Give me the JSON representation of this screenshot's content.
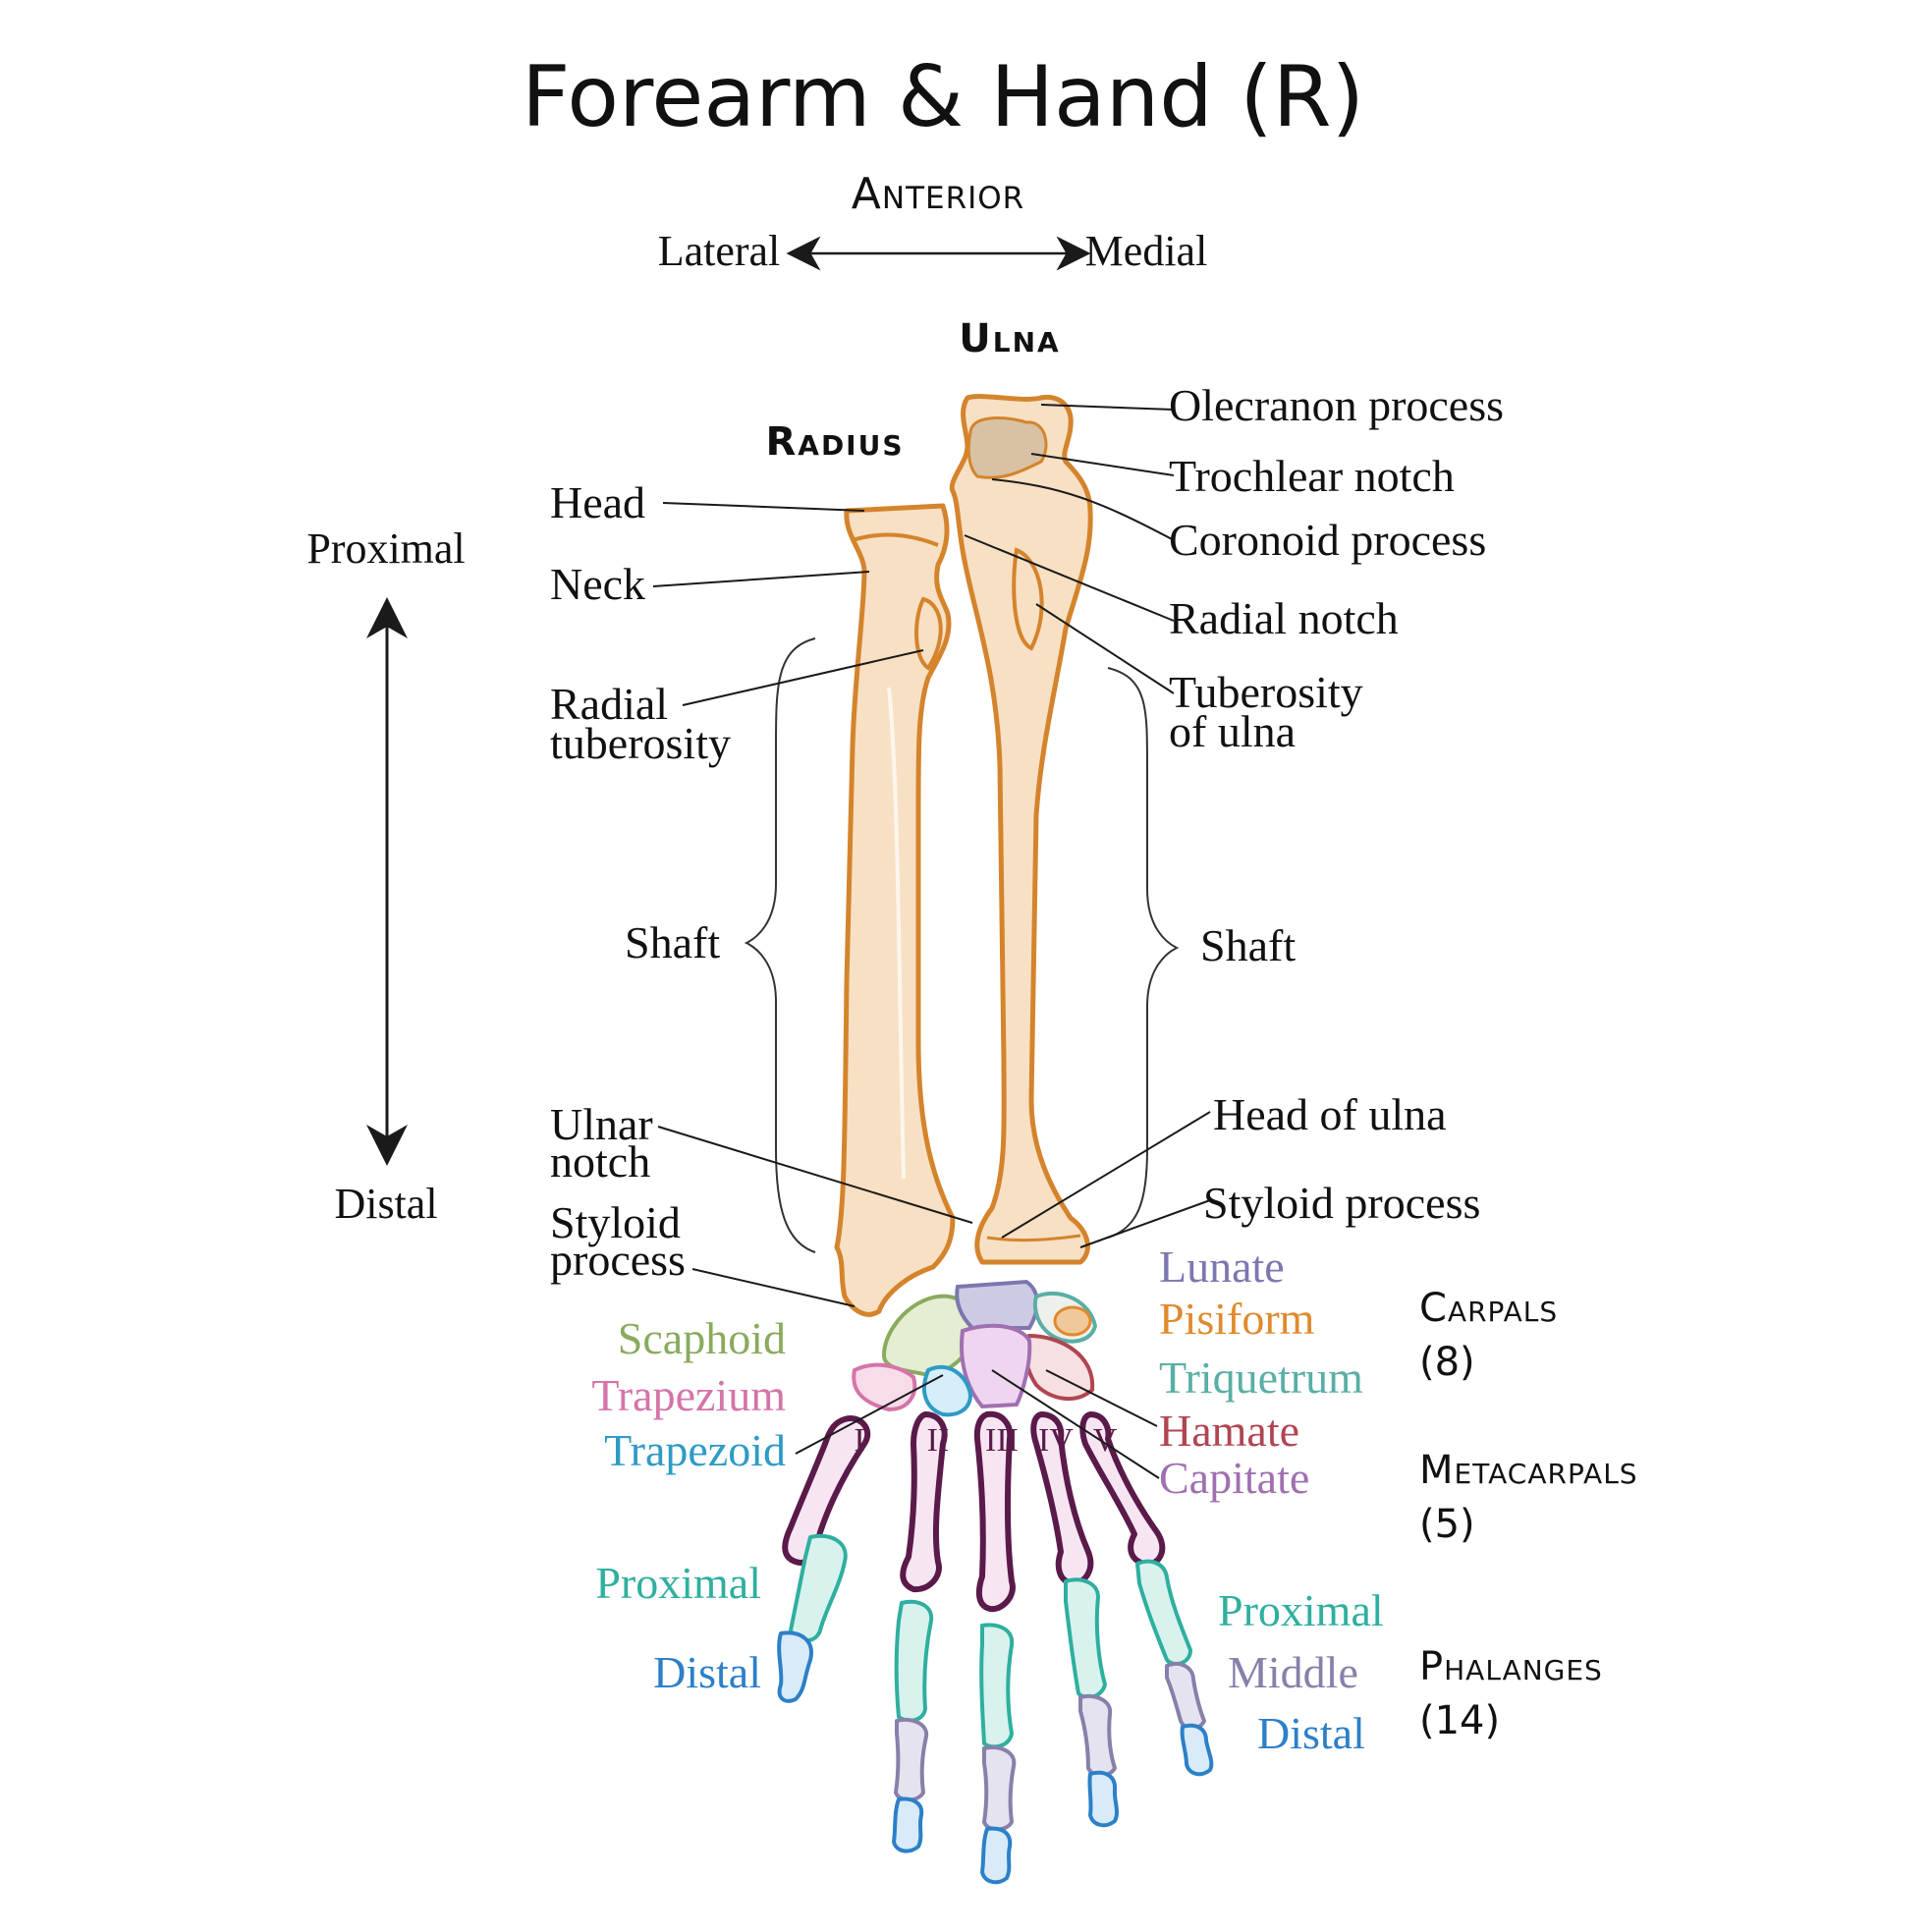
{
  "title": "Forearm & Hand (R)",
  "orientation": {
    "view": "Anterior",
    "lateral": "Lateral",
    "medial": "Medial",
    "proximal": "Proximal",
    "distal": "Distal"
  },
  "bones": {
    "ulna": "Ulna",
    "radius": "Radius"
  },
  "radius_labels": {
    "head": "Head",
    "neck": "Neck",
    "tuberosity_1": "Radial",
    "tuberosity_2": "tuberosity",
    "shaft": "Shaft",
    "ulnar_notch_1": "Ulnar",
    "ulnar_notch_2": "notch",
    "styloid_1": "Styloid",
    "styloid_2": "process"
  },
  "ulna_labels": {
    "olecranon": "Olecranon process",
    "trochlear": "Trochlear notch",
    "coronoid": "Coronoid process",
    "radial_notch": "Radial notch",
    "tuberosity_1": "Tuberosity",
    "tuberosity_2": "of ulna",
    "shaft": "Shaft",
    "head": "Head of ulna",
    "styloid": "Styloid process"
  },
  "carpal_labels": {
    "lunate": "Lunate",
    "pisiform": "Pisiform",
    "triquetrum": "Triquetrum",
    "hamate": "Hamate",
    "capitate": "Capitate",
    "scaphoid": "Scaphoid",
    "trapezium": "Trapezium",
    "trapezoid": "Trapezoid"
  },
  "metacarpal_numerals": [
    "I",
    "II",
    "III",
    "IV",
    "V"
  ],
  "phalanx_labels": {
    "thumb_proximal": "Proximal",
    "thumb_distal": "Distal",
    "finger_proximal": "Proximal",
    "finger_middle": "Middle",
    "finger_distal": "Distal"
  },
  "groups": {
    "carpals": "Carpals",
    "carpals_count": "(8)",
    "metacarpals": "Metacarpals",
    "metacarpals_count": "(5)",
    "phalanges": "Phalanges",
    "phalanges_count": "(14)"
  },
  "colors": {
    "bone_fill": "#f8e0c4",
    "bone_outline": "#d4842c",
    "olecranon_fill": "#d9c1a4",
    "scaphoid": "#8aaa5e",
    "lunate": "#7d77b0",
    "pisiform": "#e08a2e",
    "triquetrum": "#5aaea5",
    "hamate": "#b04552",
    "capitate": "#a070b0",
    "trapezium": "#d574a8",
    "trapezoid": "#2e9bc5",
    "metacarpal_outline": "#5a1a4a",
    "metacarpal_fill": "#f7e6f2",
    "proximal_phalanx": "#2faf9f",
    "middle_phalanx": "#8880aa",
    "distal_phalanx": "#2c80c8",
    "leader": "#1a1a1a"
  }
}
